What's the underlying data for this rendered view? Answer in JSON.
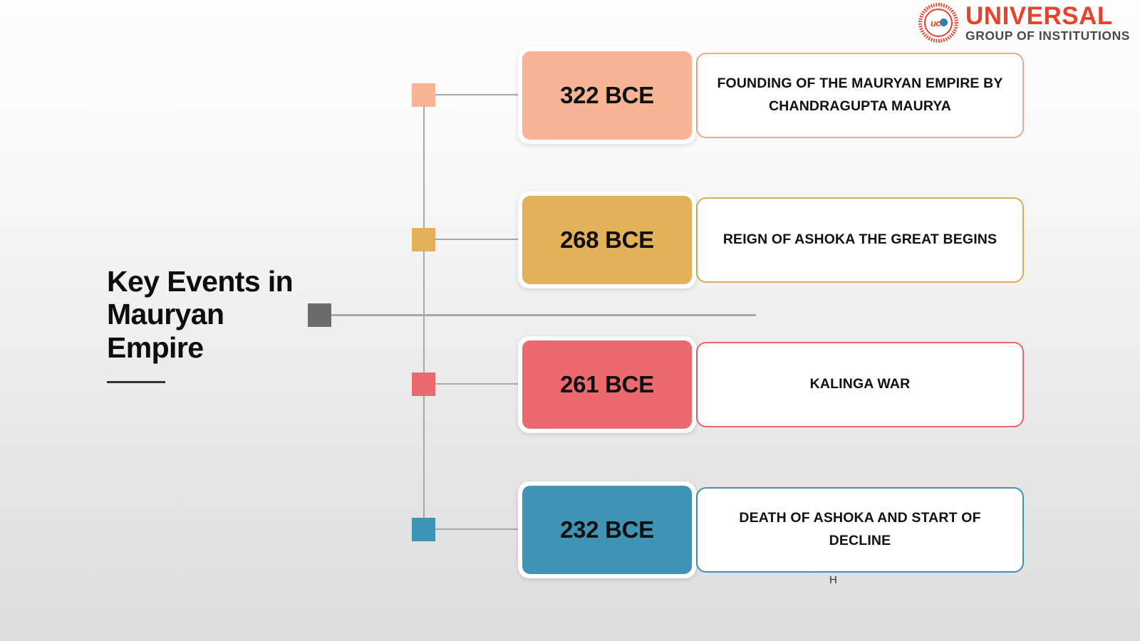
{
  "logo": {
    "mark_text": "uc",
    "name_line1": "UNIVERSAL",
    "name_line2": "GROUP OF INSTITUTIONS"
  },
  "title": {
    "heading": "Key Events in Mauryan Empire"
  },
  "timeline": {
    "events": [
      {
        "date": "322 BCE",
        "description": "FOUNDING OF THE MAURYAN EMPIRE BY CHANDRAGUPTA MAURYA",
        "color": "#f9b395",
        "border": "#f0a98f"
      },
      {
        "date": "268 BCE",
        "description": "REIGN OF ASHOKA THE GREAT BEGINS",
        "color": "#e2b15a",
        "border": "#dca954"
      },
      {
        "date": "261 BCE",
        "description": "KALINGA WAR",
        "color": "#ec6a6d",
        "border": "#e9676a"
      },
      {
        "date": "232 BCE",
        "description": "DEATH OF ASHOKA AND START OF DECLINE",
        "color": "#3f93b4",
        "border": "#3f93b4"
      }
    ],
    "root_color": "#6b6b6b",
    "line_color": "#a8a8a8"
  },
  "artifacts": {
    "stray_character": "H"
  }
}
